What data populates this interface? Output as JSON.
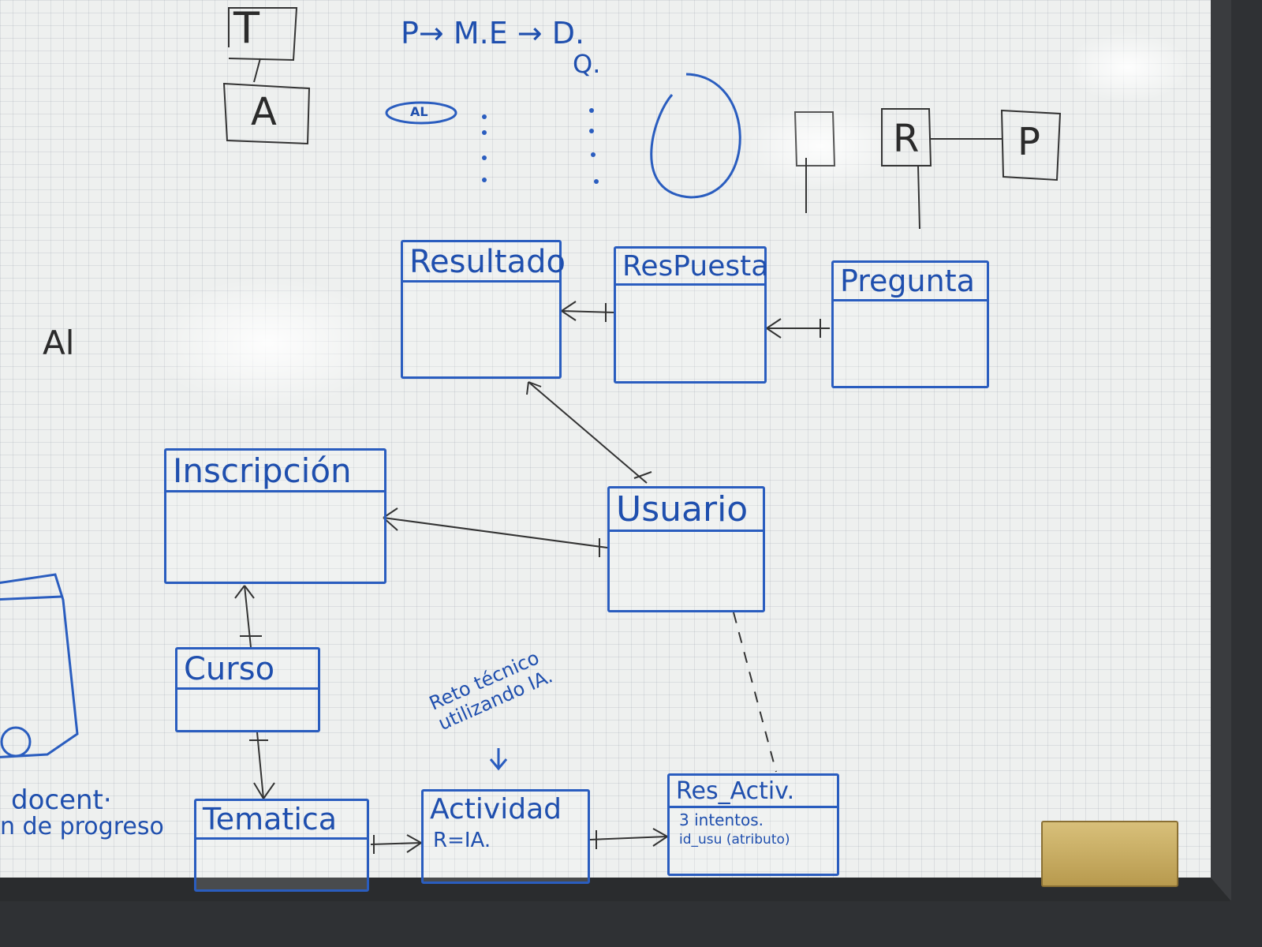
{
  "entities": {
    "resultado": {
      "name": "Resultado"
    },
    "respuesta": {
      "name": "ResPuesta"
    },
    "pregunta": {
      "name": "Pregunta"
    },
    "inscripcion": {
      "name": "Inscripción"
    },
    "usuario": {
      "name": "Usuario"
    },
    "curso": {
      "name": "Curso"
    },
    "tematica": {
      "name": "Tematica"
    },
    "actividad": {
      "name": "Actividad",
      "attrs": [
        "R=IA."
      ]
    },
    "res_activ": {
      "name": "Res_Activ.",
      "attrs": [
        "3 intentos.",
        "id_usu (atributo)"
      ]
    }
  },
  "annotations": {
    "reto": "Reto técnico utilizando IA.",
    "top_formula": "P→ M.E → D.",
    "top_q": "Q.",
    "al_label": "AL",
    "box_t": "T",
    "box_a": "A",
    "box_r": "R",
    "box_p": "P",
    "left_al": "Al",
    "left_docent": "docent·",
    "left_progreso": "n de progreso"
  },
  "colors": {
    "marker_blue": "#2a5dbf",
    "marker_black": "#2b2b2b",
    "board": "#eef0ef"
  }
}
